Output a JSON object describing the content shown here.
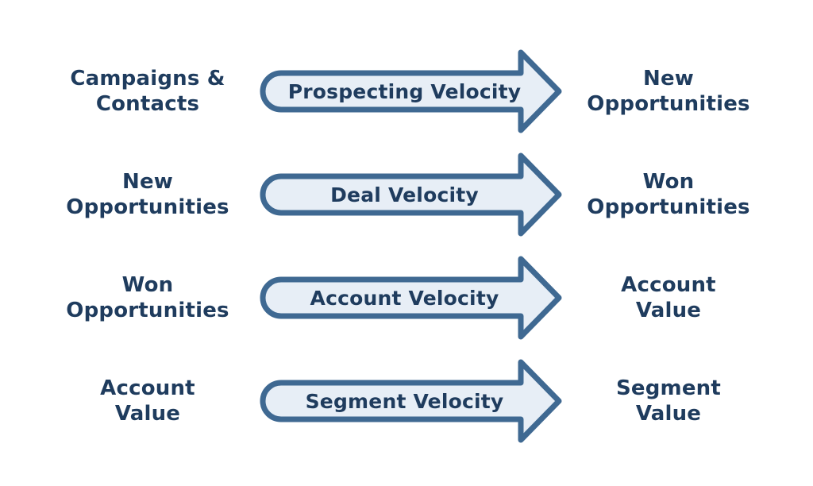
{
  "colors": {
    "text": "#1f3c5e",
    "arrow_fill": "#e7eef6",
    "arrow_stroke": "#3f6992"
  },
  "rows": [
    {
      "input": [
        "Campaigns &",
        "Contacts"
      ],
      "process": "Prospecting Velocity",
      "output": [
        "New",
        "Opportunities"
      ]
    },
    {
      "input": [
        "New",
        "Opportunities"
      ],
      "process": "Deal Velocity",
      "output": [
        "Won",
        "Opportunities"
      ]
    },
    {
      "input": [
        "Won",
        "Opportunities"
      ],
      "process": "Account Velocity",
      "output": [
        "Account",
        "Value"
      ]
    },
    {
      "input": [
        "Account",
        "Value"
      ],
      "process": "Segment Velocity",
      "output": [
        "Segment",
        "Value"
      ]
    }
  ]
}
